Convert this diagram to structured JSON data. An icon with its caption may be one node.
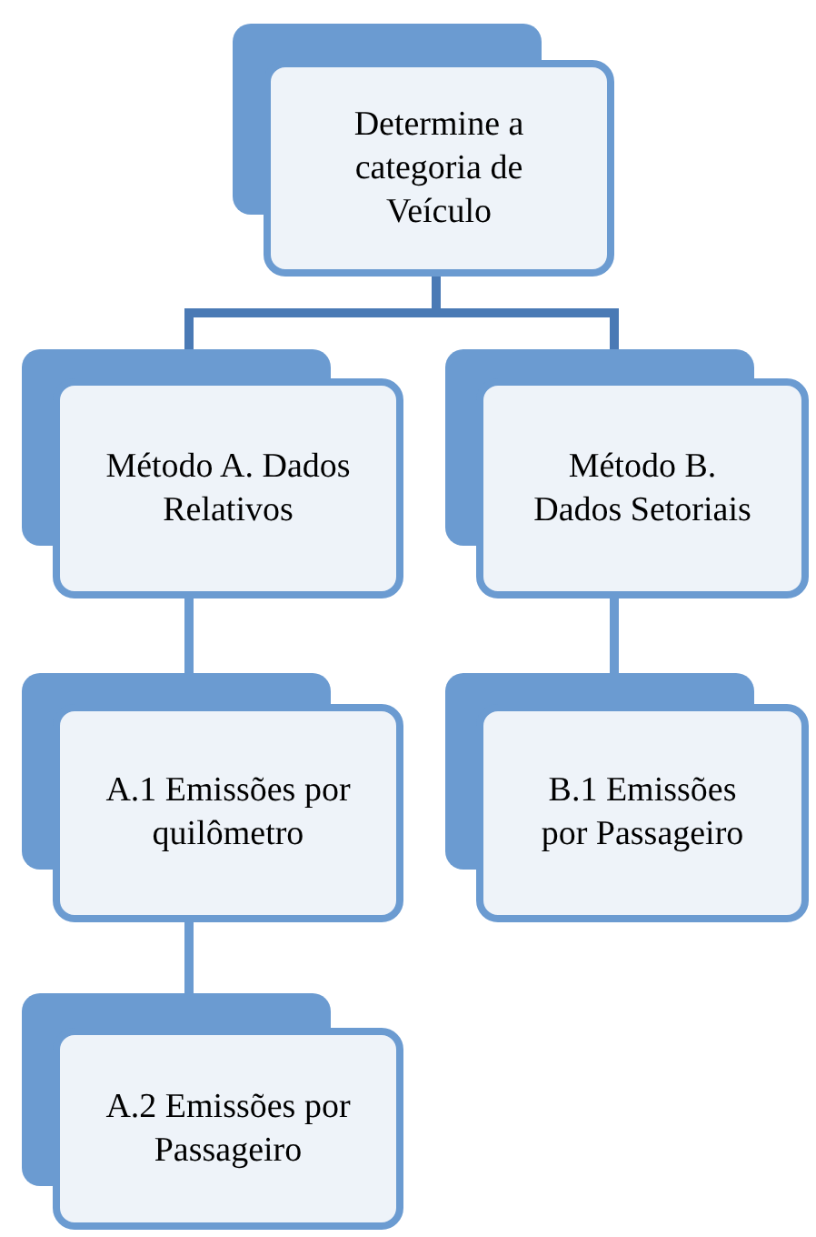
{
  "diagram": {
    "nodes": [
      {
        "text": [
          "Determine a categoria de Veículo"
        ]
      },
      {
        "text": [
          "Método A. Dados Relativos"
        ]
      },
      {
        "text": [
          "Método B. Dados Setoriais"
        ]
      },
      {
        "text": [
          "A.1 Emissões por quilômetro"
        ]
      },
      {
        "text": [
          "B.1 Emissões por Passageiro"
        ]
      },
      {
        "text": [
          "A.2 Emissões por Passageiro"
        ]
      }
    ],
    "edges": [
      {
        "from": 0,
        "to": 1,
        "arrow": "none",
        "color": "#4a7ab5"
      },
      {
        "from": 0,
        "to": 2,
        "arrow": "none",
        "color": "#4a7ab5"
      },
      {
        "from": 1,
        "to": 3,
        "arrow": "none"
      },
      {
        "from": 2,
        "to": 4,
        "arrow": "none"
      },
      {
        "from": 3,
        "to": 5,
        "arrow": "none"
      }
    ]
  }
}
